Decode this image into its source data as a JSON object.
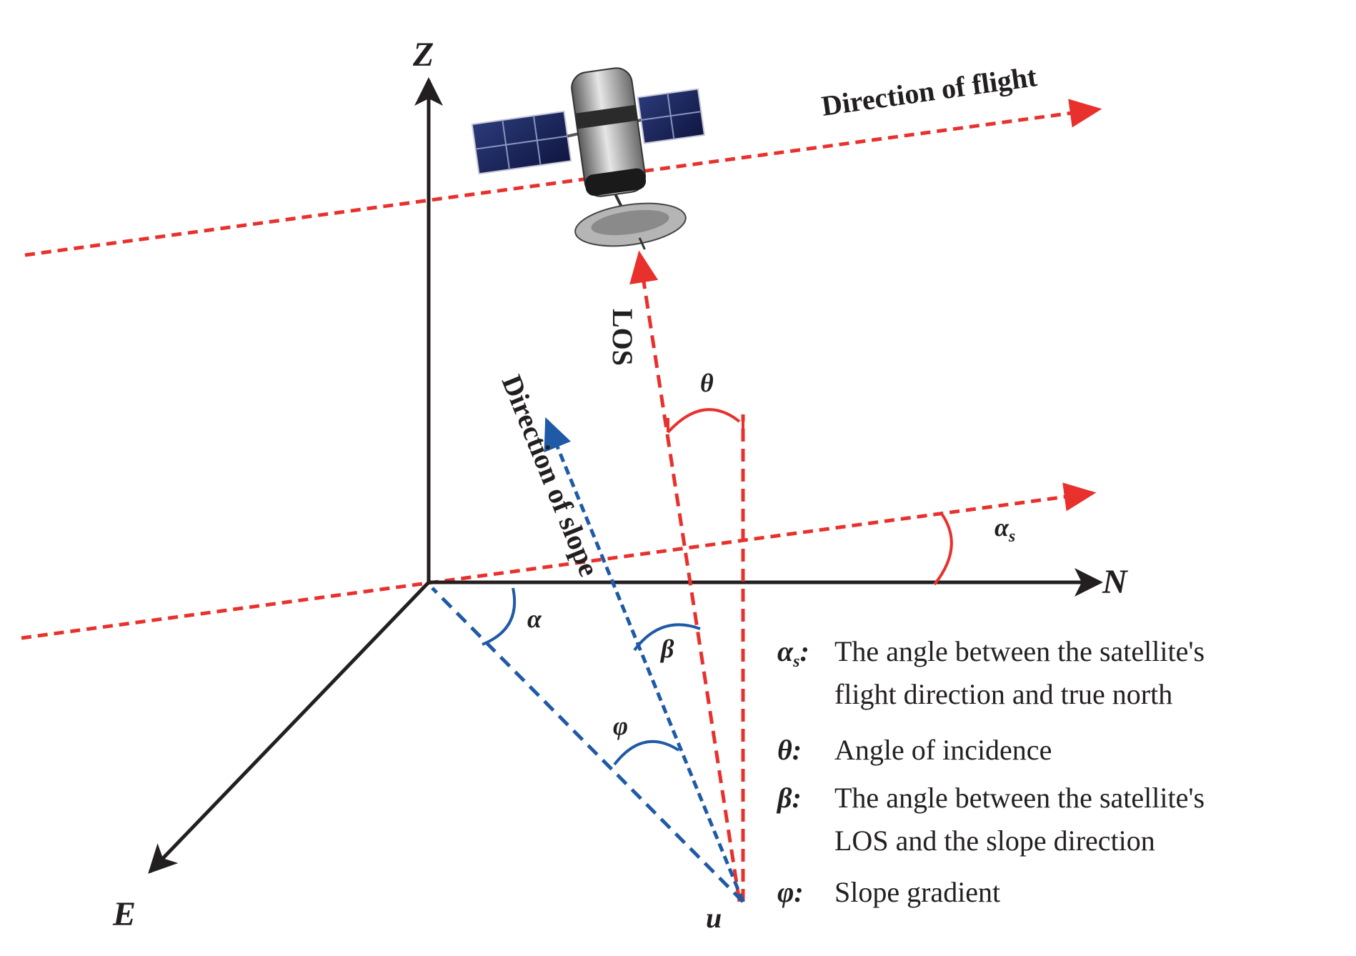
{
  "labels": {
    "axis_z": "Z",
    "axis_n": "N",
    "axis_e": "E",
    "point_u": "u",
    "direction_of_flight": "Direction of flight",
    "los": "LOS",
    "direction_of_slope": "Direction of slope"
  },
  "angles": {
    "theta": "θ",
    "alpha_s": "α",
    "alpha_s_sub": "s",
    "alpha": "α",
    "beta": "β",
    "phi": "φ"
  },
  "legend": [
    {
      "symbol": "α",
      "sub": "s",
      "colon": ":",
      "lines": [
        "The angle between the satellite's",
        "flight direction and true north"
      ]
    },
    {
      "symbol": "θ",
      "sub": "",
      "colon": ":",
      "lines": [
        "Angle of incidence"
      ]
    },
    {
      "symbol": "β",
      "sub": "",
      "colon": ":",
      "lines": [
        "The angle between the satellite's",
        "LOS and the slope direction"
      ]
    },
    {
      "symbol": "φ",
      "sub": "",
      "colon": ":",
      "lines": [
        "Slope gradient"
      ]
    }
  ],
  "colors": {
    "axis": "#231f20",
    "flight": "#e8312d",
    "slope": "#1f5aa6"
  },
  "icons": {
    "satellite": "satellite-icon"
  }
}
